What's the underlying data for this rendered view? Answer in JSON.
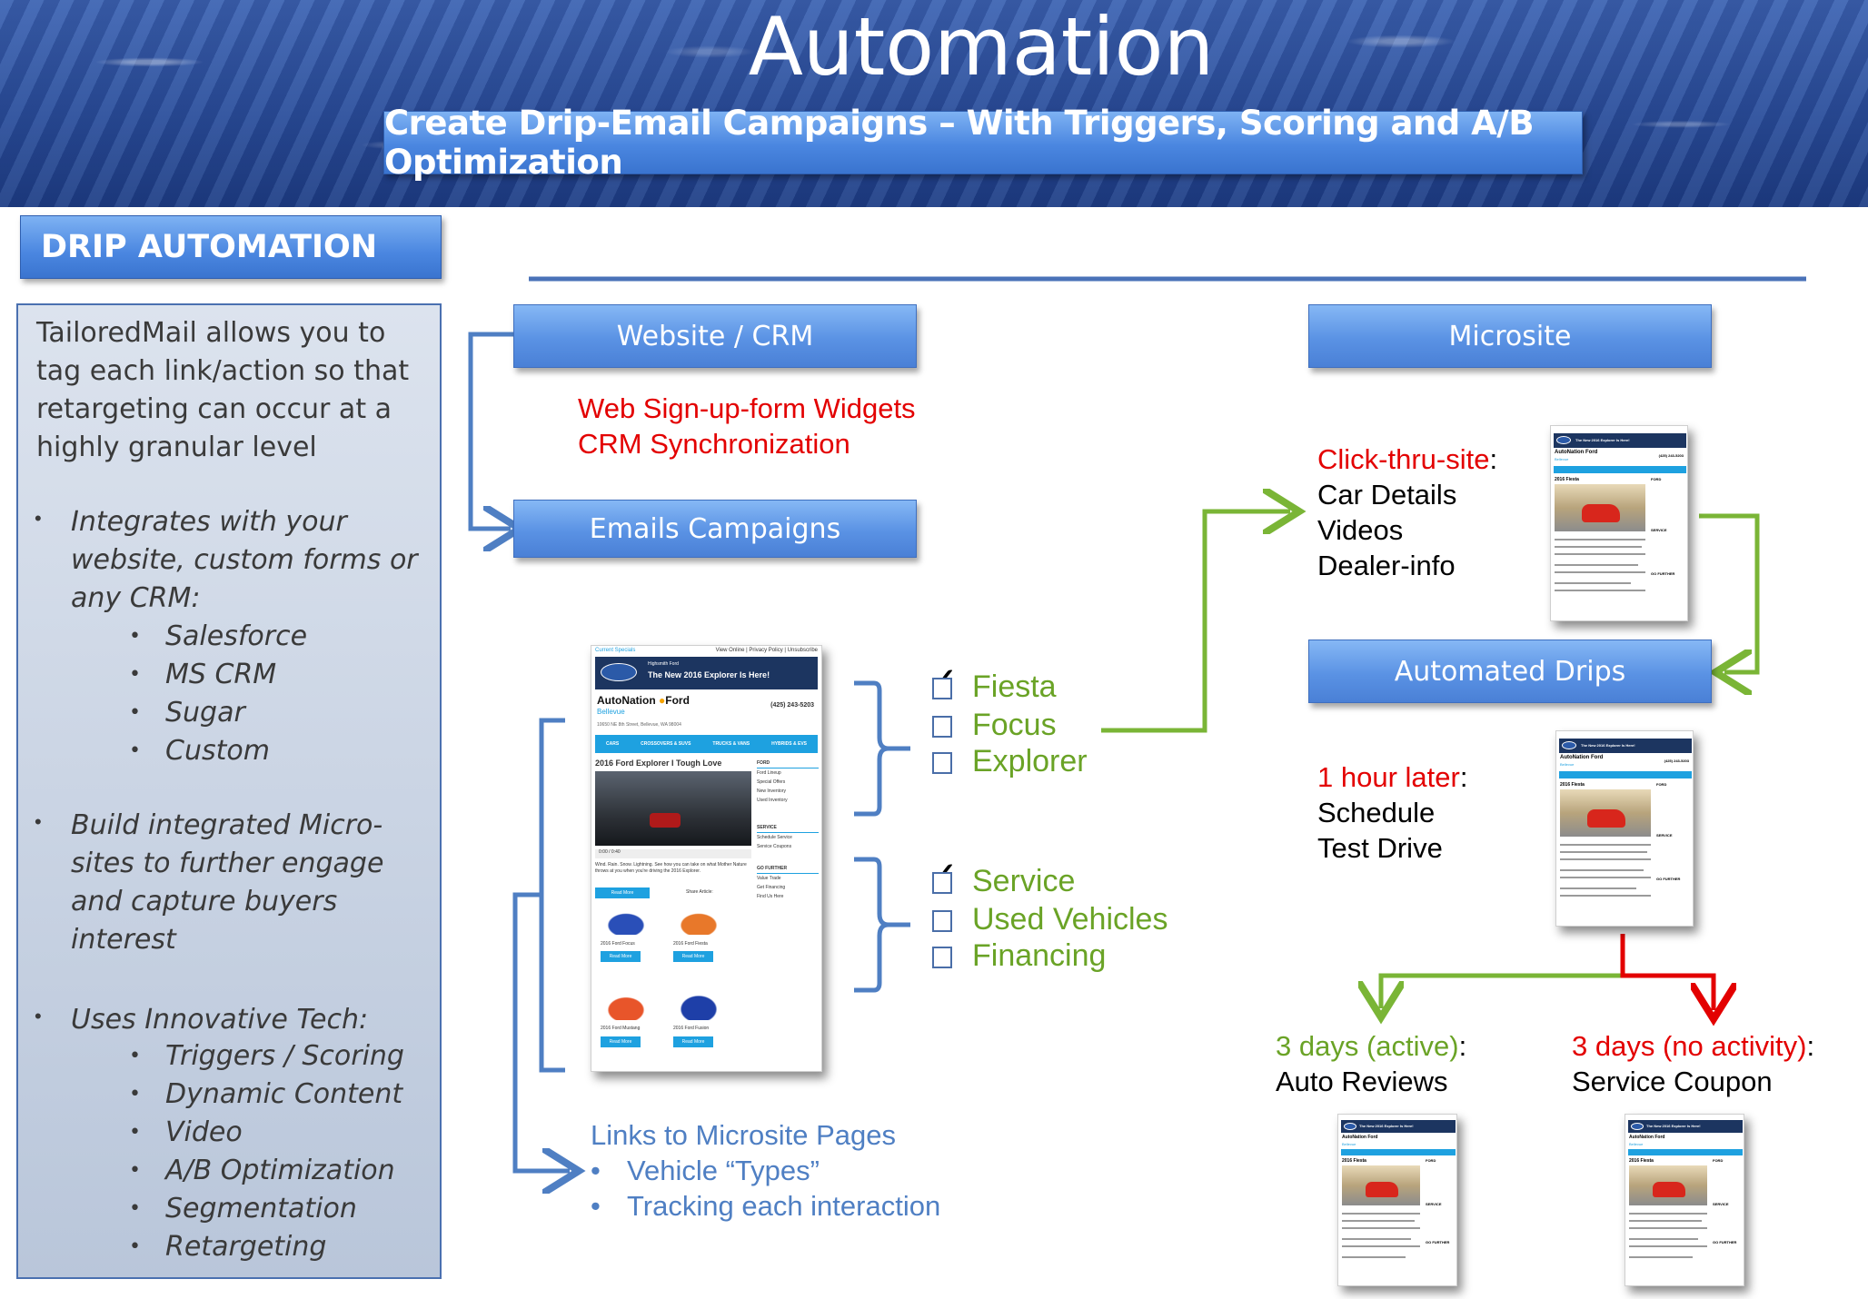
{
  "header": {
    "title": "Automation",
    "subtitle": "Create Drip-Email Campaigns – With Triggers, Scoring and A/B Optimization"
  },
  "left_panel": {
    "heading": "DRIP AUTOMATION",
    "intro": [
      "TailoredMail allows you to",
      "tag each link/action so that",
      "retargeting can occur at a",
      "highly granular level"
    ],
    "bullet1": [
      "Integrates with your",
      "website, custom forms or",
      "any CRM:"
    ],
    "bullet1_items": [
      "Salesforce",
      "MS CRM",
      "Sugar",
      "Custom"
    ],
    "bullet2": [
      "Build integrated Micro-",
      "sites to further engage",
      "and capture buyers",
      "interest"
    ],
    "bullet3": [
      "Uses Innovative Tech:"
    ],
    "bullet3_items": [
      "Triggers / Scoring",
      "Dynamic Content",
      "Video",
      "A/B Optimization",
      "Segmentation",
      "Retargeting"
    ]
  },
  "flow": {
    "website_crm": "Website / CRM",
    "web_signup": "Web Sign-up-form Widgets",
    "crm_sync": "CRM Synchronization",
    "emails_campaigns": "Emails Campaigns",
    "microsite": "Microsite",
    "automated_drips": "Automated Drips",
    "vehicles": [
      "Fiesta",
      "Focus",
      "Explorer"
    ],
    "vehicles_checked": [
      true,
      false,
      false
    ],
    "services": [
      "Service",
      "Used Vehicles",
      "Financing"
    ],
    "services_checked": [
      true,
      false,
      false
    ],
    "click_thru_label": "Click-thru-site",
    "click_thru_items": [
      "Car Details",
      "Videos",
      "Dealer-info"
    ],
    "hour_later_label": "1 hour later",
    "hour_later_items": [
      "Schedule",
      "Test Drive"
    ],
    "active_label": "3 days (active)",
    "active_item": "Auto Reviews",
    "no_activity_label": "3 days (no activity)",
    "no_activity_item": "Service Coupon",
    "colon": ":",
    "links_title": "Links to Microsite Pages",
    "links_items": [
      "Vehicle “Types”",
      "Tracking each interaction"
    ]
  },
  "email_main": {
    "top_left": "Current Specials",
    "top_right": "View Online | Privacy Policy | Unsubscribe",
    "dealer_small": "Highsmith Ford",
    "banner_title": "The New 2016 Explorer Is Here!",
    "brand": "AutoNation",
    "brand_ford": "Ford",
    "city": "Bellevue",
    "phone": "(425) 243-5203",
    "address": "10650 NE 8th Street, Bellevue, WA 98004",
    "nav": [
      "CARS",
      "CROSSOVERS & SUVS",
      "TRUCKS & VANS",
      "HYBRIDS & EVS"
    ],
    "feature_title": "2016 Ford Explorer I Tough Love",
    "video_time": "0:00 / 0:40",
    "blurb": "Wind. Rain. Snow. Lightning. See how you can take on what Mother Nature throws at you when you're driving the 2016 Explorer.",
    "read_more": "Read More",
    "share": "Share Article:",
    "side_ford": "FORD",
    "side_ford_items": [
      "Ford Lineup",
      "Special Offers",
      "New Inventory",
      "Used Inventory"
    ],
    "side_service": "SERVICE",
    "side_service_items": [
      "Schedule Service",
      "Service Coupons"
    ],
    "side_further": "GO FURTHER",
    "side_further_items": [
      "Value Trade",
      "Get Financing",
      "Find Us Here"
    ],
    "cars": [
      "2016 Ford Focus",
      "2016 Ford Fiesta",
      "2016 Ford Mustang",
      "2016 Ford Fusion"
    ]
  },
  "email_small": {
    "banner_title": "The New 2016 Explorer Is Here!",
    "brand": "AutoNation",
    "brand_ford": "Ford",
    "city": "Bellevue",
    "phone": "(425) 243-5203",
    "feature_title": "2016 Fiesta",
    "side_ford": "FORD",
    "side_service": "SERVICE",
    "side_further": "GO FURTHER"
  },
  "colors": {
    "accent_blue": "#4a86e0",
    "red": "#e30000",
    "green": "#6aa326",
    "steel": "#4f7fc3",
    "arrow_green": "#7ab536"
  }
}
